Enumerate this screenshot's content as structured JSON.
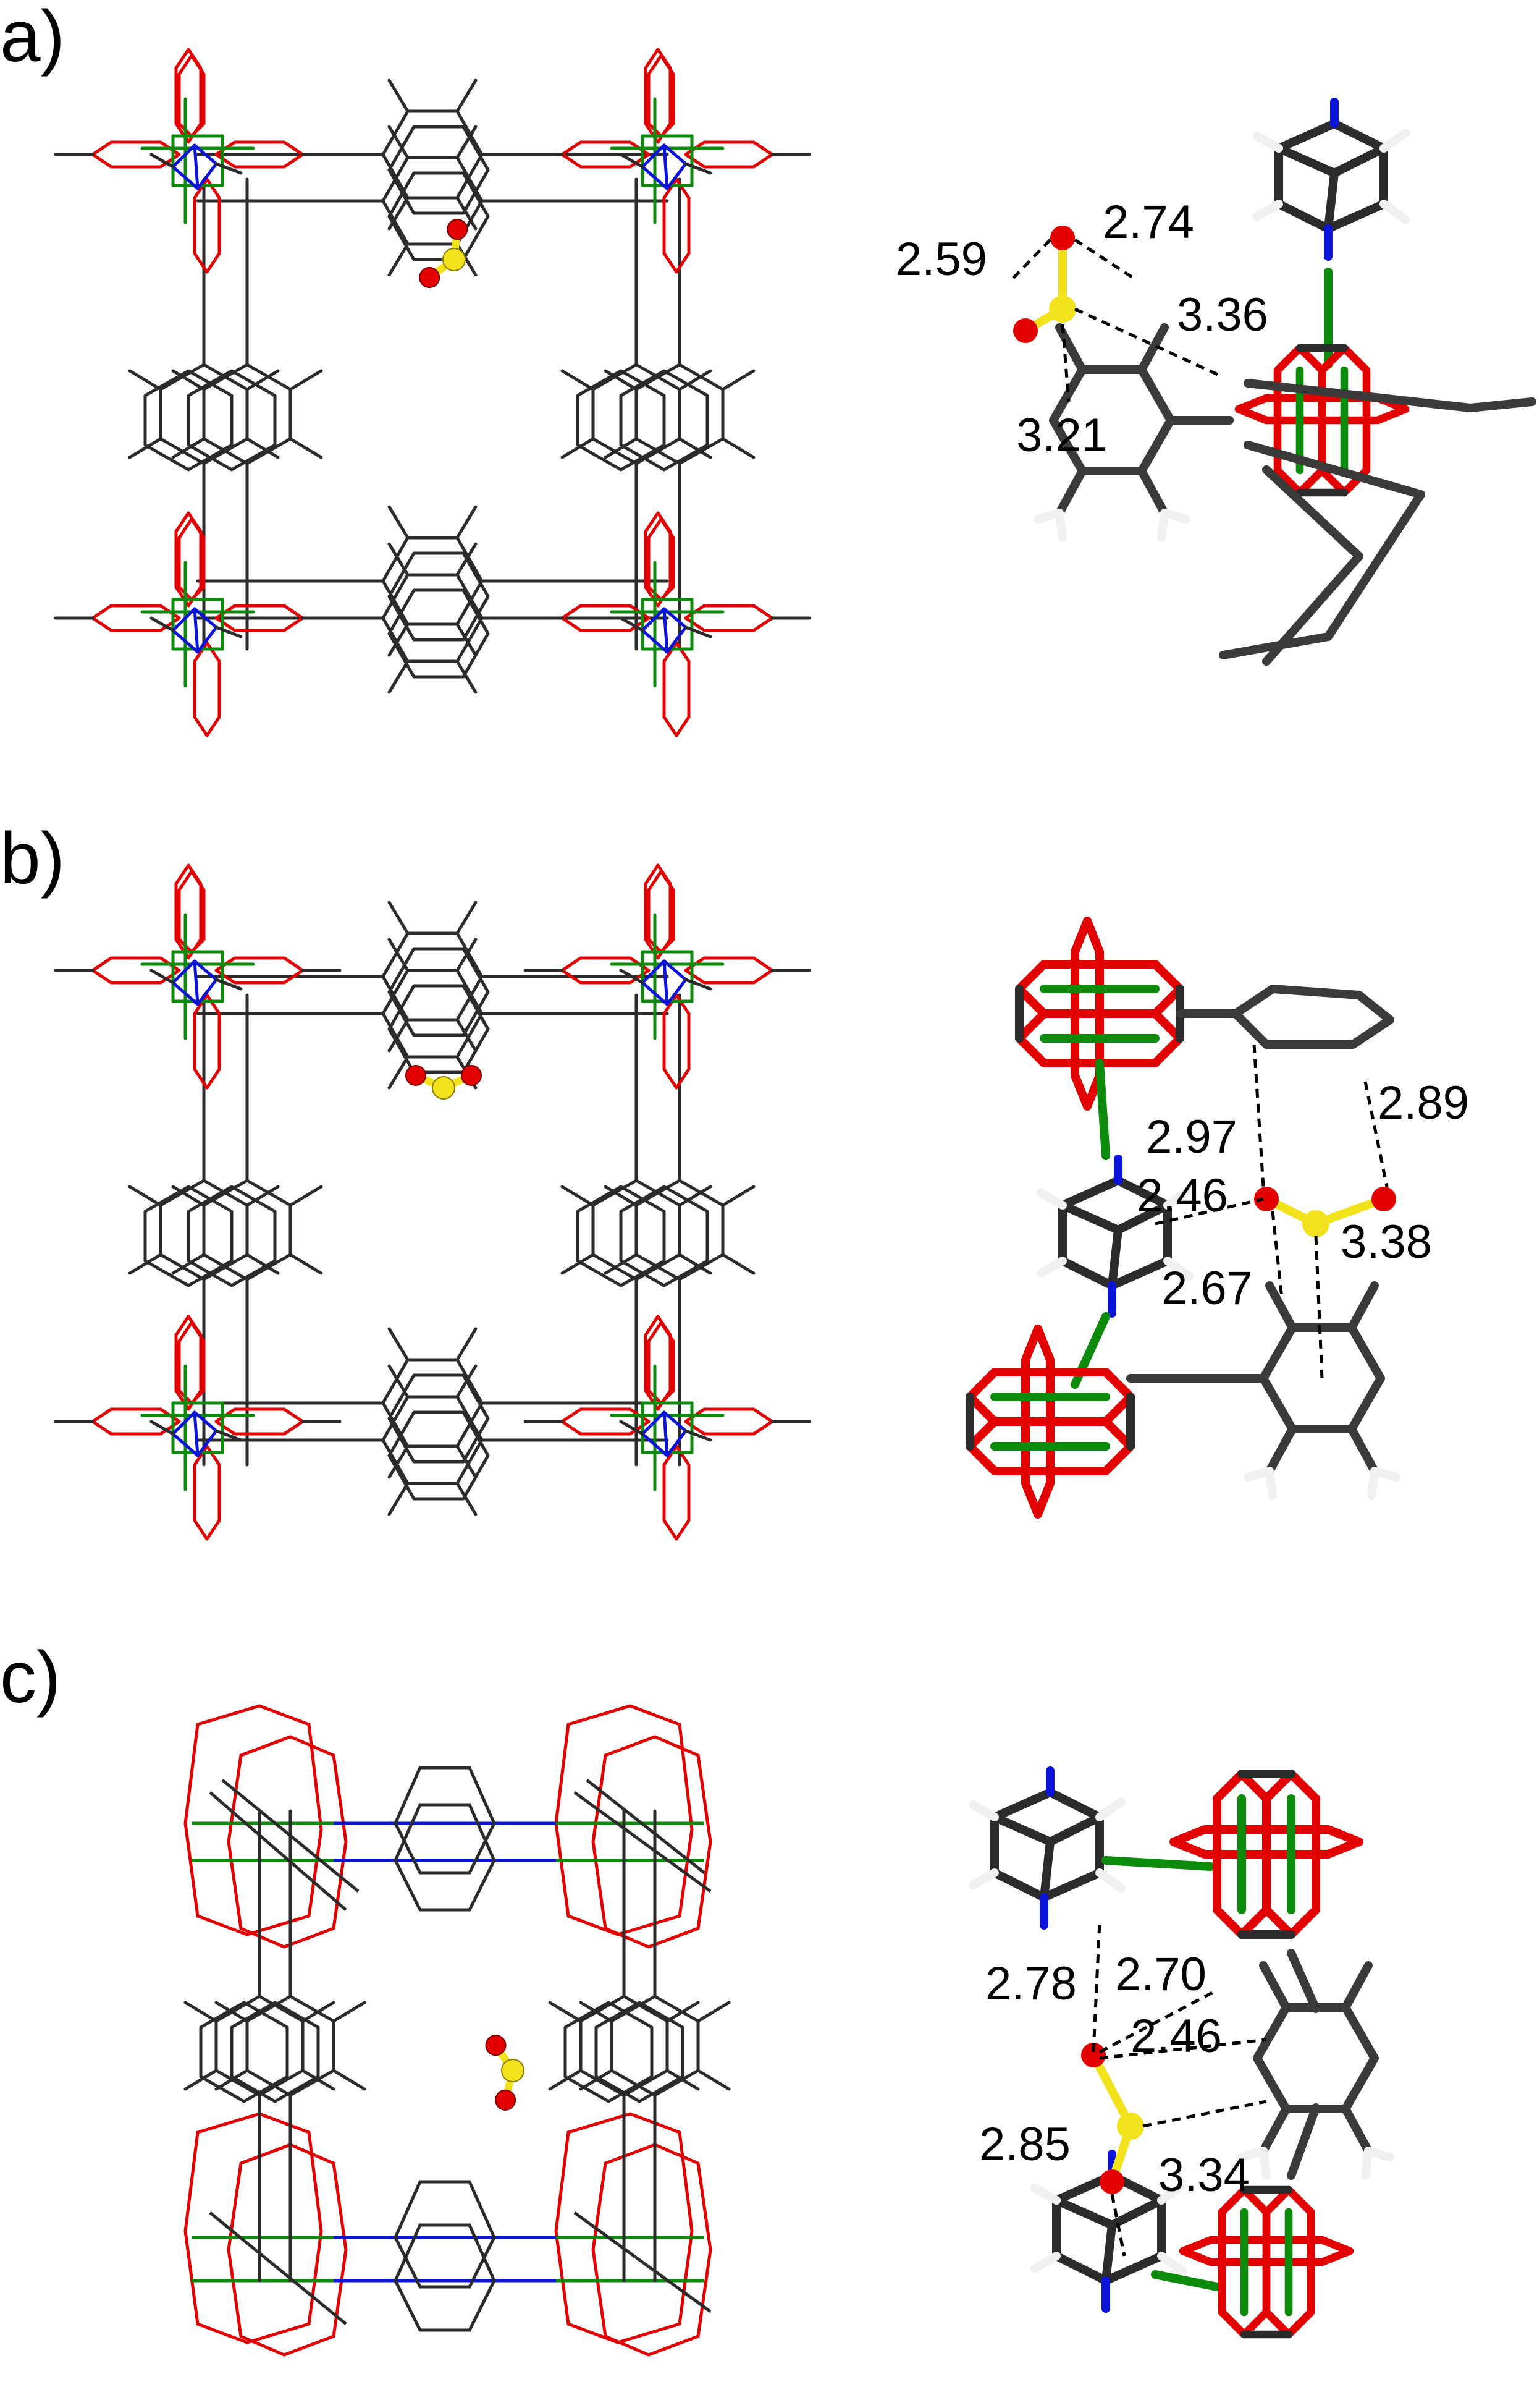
{
  "panels": [
    {
      "label": "a)",
      "distances": [
        "2.59",
        "2.74",
        "3.36",
        "3.21"
      ]
    },
    {
      "label": "b)",
      "distances": [
        "2.97",
        "2.89",
        "2.46",
        "3.38",
        "2.67"
      ]
    },
    {
      "label": "c)",
      "distances": [
        "2.78",
        "2.70",
        "2.46",
        "2.85",
        "3.34"
      ]
    }
  ],
  "colors": {
    "carbon": "#2b2b2b",
    "oxygen": "#e30000",
    "nitrogen": "#0a14d8",
    "metal": "#0b8a0b",
    "sulfur": "#f2e21c",
    "hydrogen": "#f0f0f0",
    "background": "#ffffff"
  }
}
